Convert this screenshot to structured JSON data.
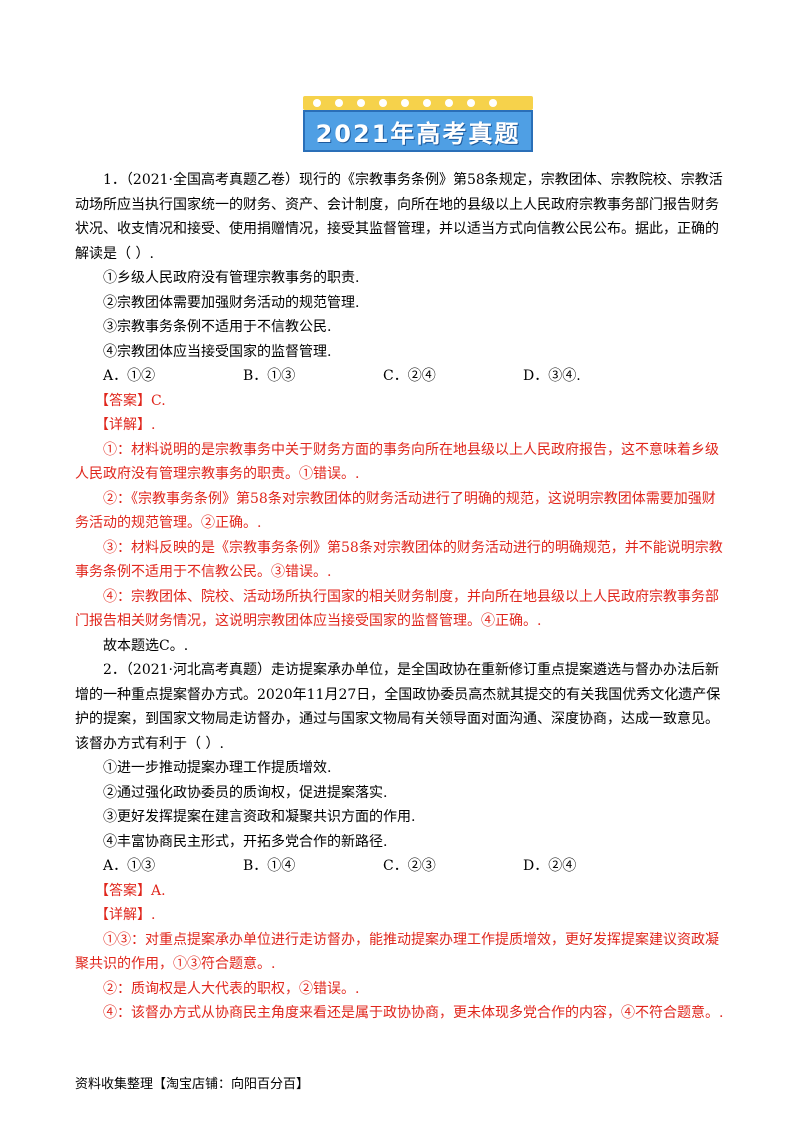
{
  "banner": {
    "title": "2021年高考真题"
  },
  "q1": {
    "stem": "1．（2021·全国高考真题乙卷）现行的《宗教事务条例》第58条规定，宗教团体、宗教院校、宗教活动场所应当执行国家统一的财务、资产、会计制度，向所在地的县级以上人民政府宗教事务部门报告财务状况、收支情况和接受、使用捐赠情况，接受其监督管理，并以适当方式向信教公民公布。据此，正确的解读是（ ）.",
    "items": [
      "①乡级人民政府没有管理宗教事务的职责.",
      "②宗教团体需要加强财务活动的规范管理.",
      "③宗教事务条例不适用于不信教公民.",
      "④宗教团体应当接受国家的监督管理."
    ],
    "options": [
      "A．①②",
      "B．①③",
      "C．②④",
      "D．③④."
    ],
    "answer": "【答案】C.",
    "detail_label": "【详解】.",
    "details": [
      "①：材料说明的是宗教事务中关于财务方面的事务向所在地县级以上人民政府报告，这不意味着乡级人民政府没有管理宗教事务的职责。①错误。.",
      "②：《宗教事务条例》第58条对宗教团体的财务活动进行了明确的规范，这说明宗教团体需要加强财务活动的规范管理。②正确。.",
      "③：材料反映的是《宗教事务条例》第58条对宗教团体的财务活动进行的明确规范，并不能说明宗教事务条例不适用于不信教公民。③错误。.",
      "④：宗教团体、院校、活动场所执行国家的相关财务制度，并向所在地县级以上人民政府宗教事务部门报告相关财务情况，这说明宗教团体应当接受国家的监督管理。④正确。."
    ],
    "conclusion": "故本题选C。."
  },
  "q2": {
    "stem": "2．（2021·河北高考真题）走访提案承办单位，是全国政协在重新修订重点提案遴选与督办办法后新增的一种重点提案督办方式。2020年11月27日，全国政协委员高杰就其提交的有关我国优秀文化遗产保护的提案，到国家文物局走访督办，通过与国家文物局有关领导面对面沟通、深度协商，达成一致意见。该督办方式有利于（ ）.",
    "items": [
      "①进一步推动提案办理工作提质增效.",
      "②通过强化政协委员的质询权，促进提案落实.",
      "③更好发挥提案在建言资政和凝聚共识方面的作用.",
      "④丰富协商民主形式，开拓多党合作的新路径."
    ],
    "options": [
      "A．①③",
      "B．①④",
      "C．②③",
      "D．②④"
    ],
    "answer": "【答案】A.",
    "detail_label": "【详解】.",
    "details": [
      "①③：对重点提案承办单位进行走访督办，能推动提案办理工作提质增效，更好发挥提案建议资政凝聚共识的作用，①③符合题意。.",
      "②：质询权是人大代表的职权，②错误。.",
      "④：该督办方式从协商民主角度来看还是属于政协协商，更未体现多党合作的内容，④不符合题意。."
    ]
  },
  "footer": "资料收集整理【淘宝店铺：向阳百分百】"
}
